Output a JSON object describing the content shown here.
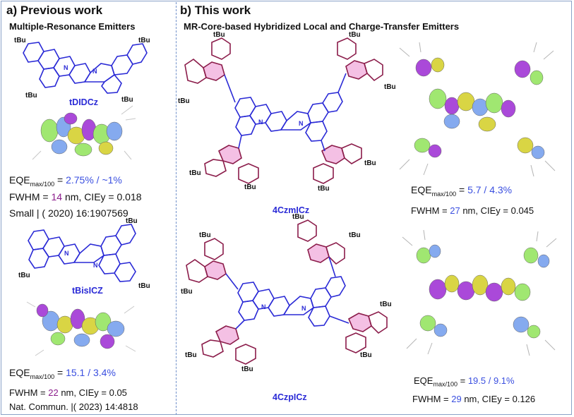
{
  "panel_a": {
    "heading": "a) Previous work",
    "subheading": "Multiple-Resonance Emitters",
    "molecule1": {
      "name": "tDIDCz",
      "eqe_label": "EQE",
      "eqe_sub": "max/100",
      "eqe_eq": " = ",
      "eqe_value": "2.75% / ~1%",
      "fwhm_prefix": "FWHM = ",
      "fwhm_value": "14",
      "fwhm_suffix": " nm, CIEy = 0.018",
      "reference": "Small | ( 2020) 16:1907569"
    },
    "molecule2": {
      "name": "tBisICZ",
      "eqe_label": "EQE",
      "eqe_sub": "max/100",
      "eqe_eq": " = ",
      "eqe_value": "15.1 / 3.4%",
      "fwhm_prefix": "FWHM = ",
      "fwhm_value": "22",
      "fwhm_suffix": " nm, CIEy = 0.05",
      "reference": "Nat. Commun. |( 2023) 14:4818"
    }
  },
  "panel_b": {
    "heading": "b) This work",
    "subheading": "MR-Core-based Hybridized Local  and Charge-Transfer Emitters",
    "molecule1": {
      "name": "4CzmICz",
      "eqe_label": "EQE",
      "eqe_sub": "max/100",
      "eqe_eq": " = ",
      "eqe_value": "5.7 / 4.3%",
      "fwhm_prefix": "FWHM = ",
      "fwhm_value": "27",
      "fwhm_suffix": " nm, CIEy = 0.045"
    },
    "molecule2": {
      "name": "4CzpICz",
      "eqe_label": "EQE",
      "eqe_sub": "max/100",
      "eqe_eq": " = ",
      "eqe_value": "19.5 / 9.1%",
      "fwhm_prefix": "FWHM = ",
      "fwhm_value": "29",
      "fwhm_suffix": " nm, CIEy = 0.126"
    }
  },
  "substituent_label": "tBu",
  "colors": {
    "structure": "#2a2ad6",
    "carbazole_ring": "#8b1c4a",
    "highlight": "#f4c0e4",
    "orbital_green": "#9be66a",
    "orbital_blue": "#7fa6ef",
    "orbital_yellow": "#d8d33a",
    "orbital_purple": "#a640d8",
    "metric_blue": "#3a4fe0",
    "metric_purple": "#8b1c8b",
    "border": "#8aa2c8",
    "divider": "#6f8fc9"
  }
}
